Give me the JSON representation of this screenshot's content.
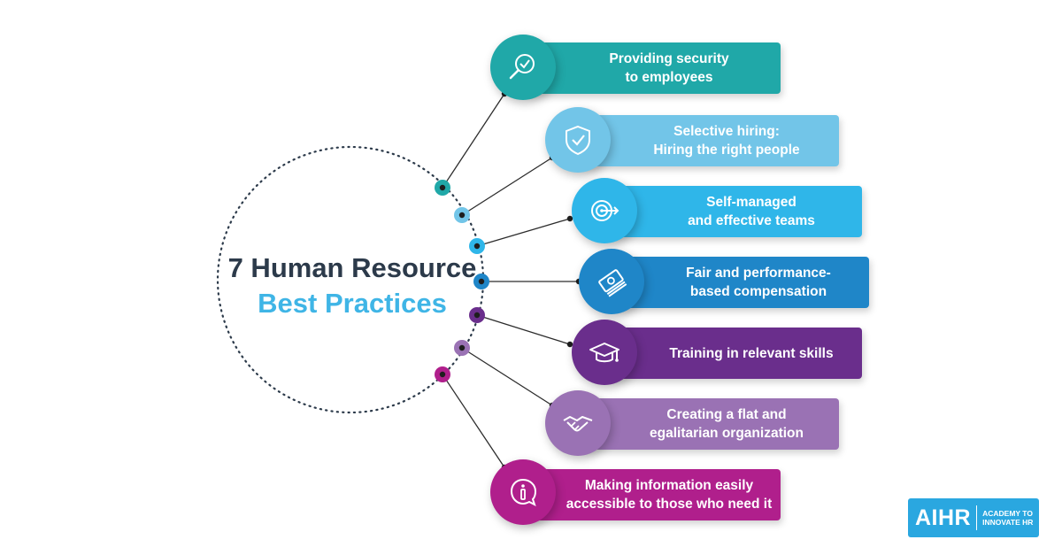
{
  "title": {
    "line1": "7 Human Resource",
    "line2": "Best Practices"
  },
  "practices": [
    {
      "label": "Providing security\nto employees",
      "color": "#20a8a8",
      "icon": "magnifier-check-icon"
    },
    {
      "label": "Selective hiring:\nHiring the right people",
      "color": "#72c5e8",
      "icon": "shield-check-icon"
    },
    {
      "label": "Self-managed\nand effective teams",
      "color": "#2fb6e9",
      "icon": "target-icon"
    },
    {
      "label": "Fair and performance-\nbased compensation",
      "color": "#1f86c8",
      "icon": "money-stack-icon"
    },
    {
      "label": "Training in relevant skills",
      "color": "#6a2e8c",
      "icon": "graduation-cap-icon"
    },
    {
      "label": "Creating a flat and\negalitarian organization",
      "color": "#9a72b4",
      "icon": "handshake-icon"
    },
    {
      "label": "Making information easily\naccessible to those who need it",
      "color": "#b01f8c",
      "icon": "info-icon"
    }
  ],
  "logo": {
    "main": "AIHR",
    "sub_line1": "ACADEMY TO",
    "sub_line2": "INNOVATE HR"
  }
}
